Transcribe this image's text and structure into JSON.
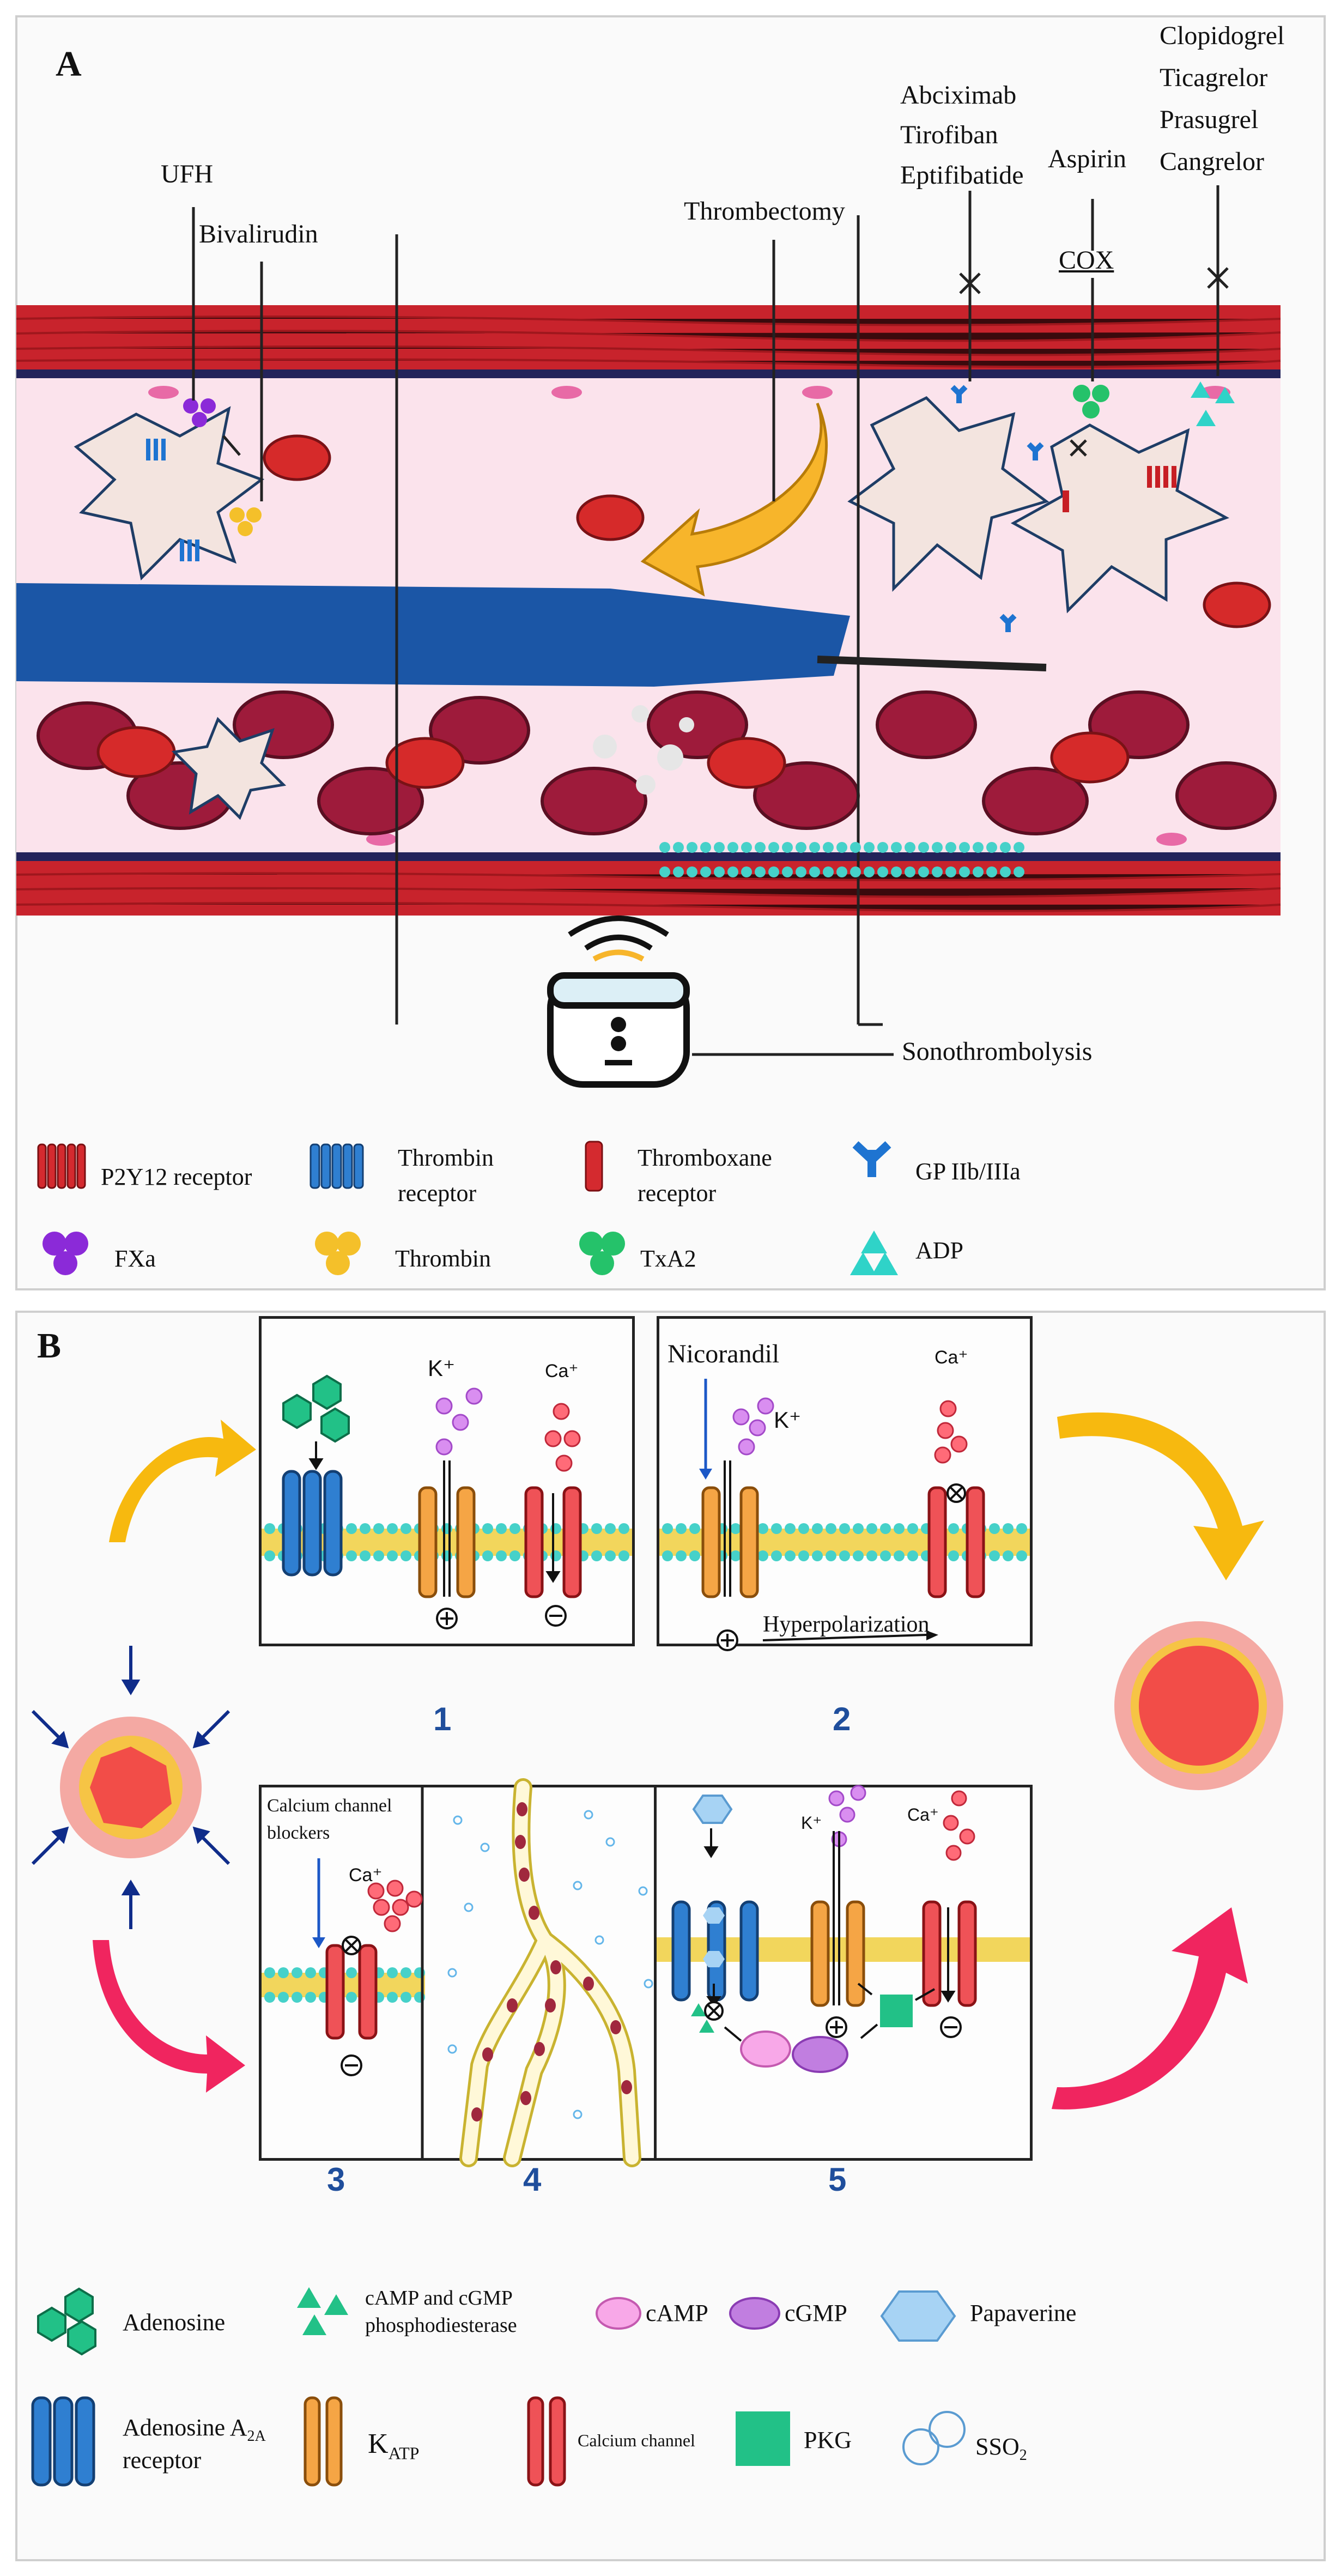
{
  "panel_a": {
    "letter": "A",
    "drugs": {
      "ufh": "UFH",
      "bivalirudin": "Bivalirudin",
      "thrombectomy": "Thrombectomy",
      "gp_inhibitors": [
        "Abciximab",
        "Tirofiban",
        "Eptifibatide"
      ],
      "aspirin": "Aspirin",
      "cox": "COX",
      "p2y12_inhibitors": [
        "Clopidogrel",
        "Ticagrelor",
        "Prasugrel",
        "Cangrelor"
      ],
      "sonothrombolysis": "Sonothrombolysis"
    },
    "legend": {
      "p2y12": "P2Y12 receptor",
      "thrombin_receptor": [
        "Thrombin",
        "receptor"
      ],
      "thromboxane_receptor": [
        "Thromboxane",
        "receptor"
      ],
      "gp": "GP IIb/IIIa",
      "fxa": "FXa",
      "thrombin": "Thrombin",
      "txa2": "TxA2",
      "adp": "ADP"
    },
    "colors": {
      "vessel_wall": "#c8232c",
      "blood_bg": "#fbe3ec",
      "catheter": "#1b56a6",
      "arrow": "#f7b52b",
      "fxa": "#8b2ad8",
      "thrombin": "#f4c02a",
      "txa2": "#25c26a",
      "adp": "#2fd3c8",
      "gp": "#1e74d1",
      "p2y12": "#c71e24"
    }
  },
  "panel_b": {
    "letter": "B",
    "box1": {
      "k": "K⁺",
      "ca": "Ca⁺",
      "plus": "⊕",
      "minus": "⊝",
      "number": "1"
    },
    "box2": {
      "nicorandil": "Nicorandil",
      "k": "K⁺",
      "ca": "Ca⁺",
      "hyper": "Hyperpolarization",
      "plus": "⊕",
      "number": "2"
    },
    "box3": {
      "ccb": [
        "Calcium channel",
        "blockers"
      ],
      "ca": "Ca⁺",
      "minus": "⊝",
      "number": "3"
    },
    "box4": {
      "number": "4"
    },
    "box5": {
      "k": "K⁺",
      "ca": "Ca⁺",
      "number": "5"
    },
    "legend": {
      "adenosine": "Adenosine",
      "pde": [
        "cAMP and cGMP",
        "phosphodiesterase"
      ],
      "camp": "cAMP",
      "cgmp": "cGMP",
      "papaverine": "Papaverine",
      "a2a": [
        "Adenosine A",
        "2A",
        "receptor"
      ],
      "katp": [
        "K",
        "ATP"
      ],
      "calcium_channel": "Calcium channel",
      "pkg": "PKG",
      "sso2": [
        "SSO",
        "2"
      ]
    },
    "colors": {
      "yellow_arrow": "#f7b90f",
      "pink_arrow": "#f0255f",
      "membrane_head": "#46d1c9",
      "membrane_tail": "#f2d65c",
      "receptor_blue": "#2f7fd1",
      "katp_orange": "#f5a545",
      "ca_red": "#ef5257",
      "number_blue": "#1f4e9c"
    }
  }
}
